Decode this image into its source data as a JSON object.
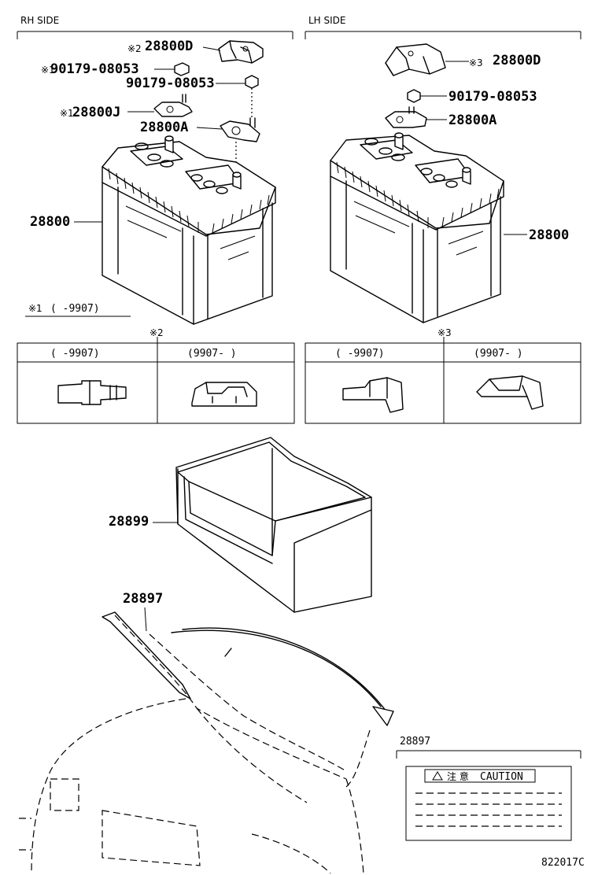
{
  "headers": {
    "rh": "RH SIDE",
    "lh": "LH SIDE"
  },
  "rh_labels": {
    "cover_mark": "※2",
    "cover": "28800D",
    "nut_mark": "※1",
    "nut_a": "90179-08053",
    "nut_b": "90179-08053",
    "clamp_j_mark": "※1",
    "clamp_j": "28800J",
    "clamp_a": "28800A",
    "battery": "28800",
    "note_mark": "※1",
    "note_range": "(      -9907)"
  },
  "lh_labels": {
    "cover_mark": "※3",
    "cover": "28800D",
    "nut": "90179-08053",
    "clamp_a": "28800A",
    "battery": "28800"
  },
  "tables": {
    "rh": {
      "mark": "※2",
      "col1": "(      -9907)",
      "col2": "(9907-        )"
    },
    "lh": {
      "mark": "※3",
      "col1": "(      -9907)",
      "col2": "(9907-        )"
    }
  },
  "tray": {
    "label": "28899"
  },
  "caution": {
    "label_top": "28897",
    "inset_label": "28897",
    "text": "CAUTION",
    "kanji": "注 意"
  },
  "footer": {
    "code": "822017C"
  }
}
